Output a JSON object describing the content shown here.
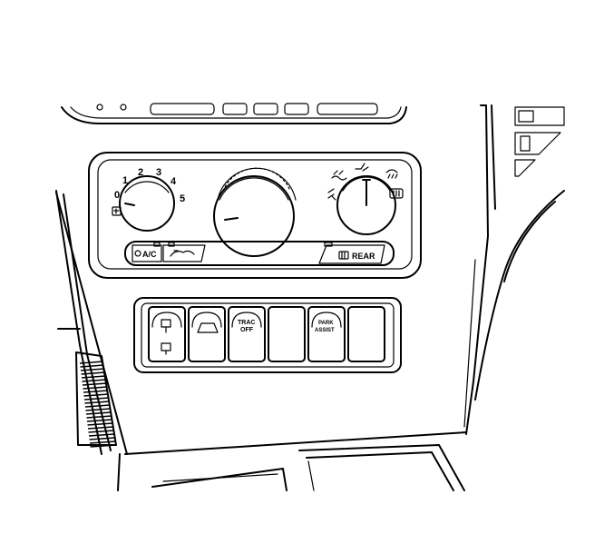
{
  "climate_control": {
    "fan_speed_labels": [
      "0",
      "1",
      "2",
      "3",
      "4",
      "5"
    ],
    "ac_label": "A/C",
    "rear_label": "REAR"
  },
  "switch_bank": {
    "trac_off_line1": "TRAC",
    "trac_off_line2": "OFF",
    "park_assist_line1": "PARK",
    "park_assist_line2": "ASSIST"
  },
  "icons": [
    "recirculation-icon",
    "outside-air-icon",
    "fan-icon",
    "vent-mode-icon",
    "defrost-icon",
    "rear-defrost-icon",
    "mirror-switch-icon",
    "vehicle-icon"
  ]
}
